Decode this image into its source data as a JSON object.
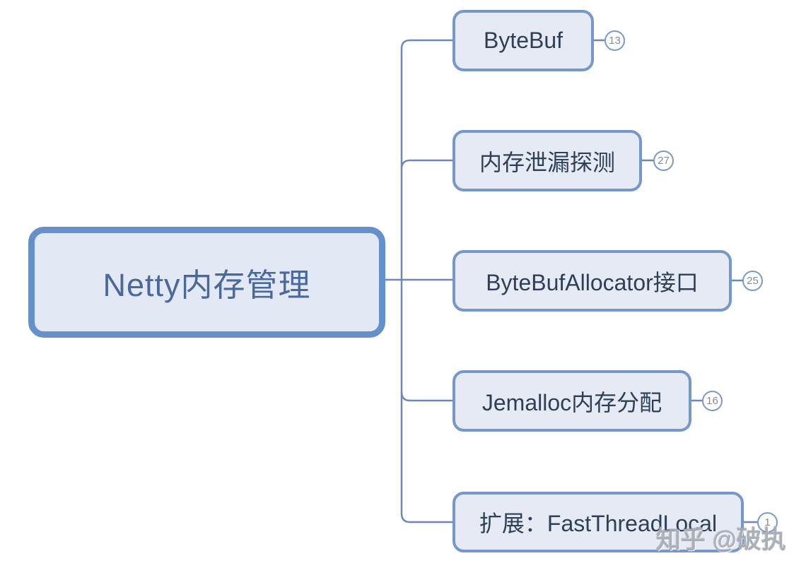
{
  "diagram": {
    "type": "mindmap",
    "root": {
      "label": "Netty内存管理"
    },
    "children": [
      {
        "label": "ByteBuf",
        "badge": "13"
      },
      {
        "label": "内存泄漏探测",
        "badge": "27"
      },
      {
        "label": "ByteBufAllocator接口",
        "badge": "25"
      },
      {
        "label": "Jemalloc内存分配",
        "badge": "16"
      },
      {
        "label": "扩展：FastThreadLocal",
        "badge": "1"
      }
    ]
  },
  "watermark": {
    "text": "知乎 @破执"
  },
  "colors": {
    "root-border": "#6590ca",
    "root-fill": "#e3e9f4",
    "root-text": "#49699e",
    "child-border": "#7697ca",
    "child-fill": "#e5eaf5",
    "child-text": "#2e4057",
    "line": "#6d88b8",
    "badge-border": "#7b99c8",
    "badge-text": "#828b99",
    "watermark": "#a7acb5"
  }
}
